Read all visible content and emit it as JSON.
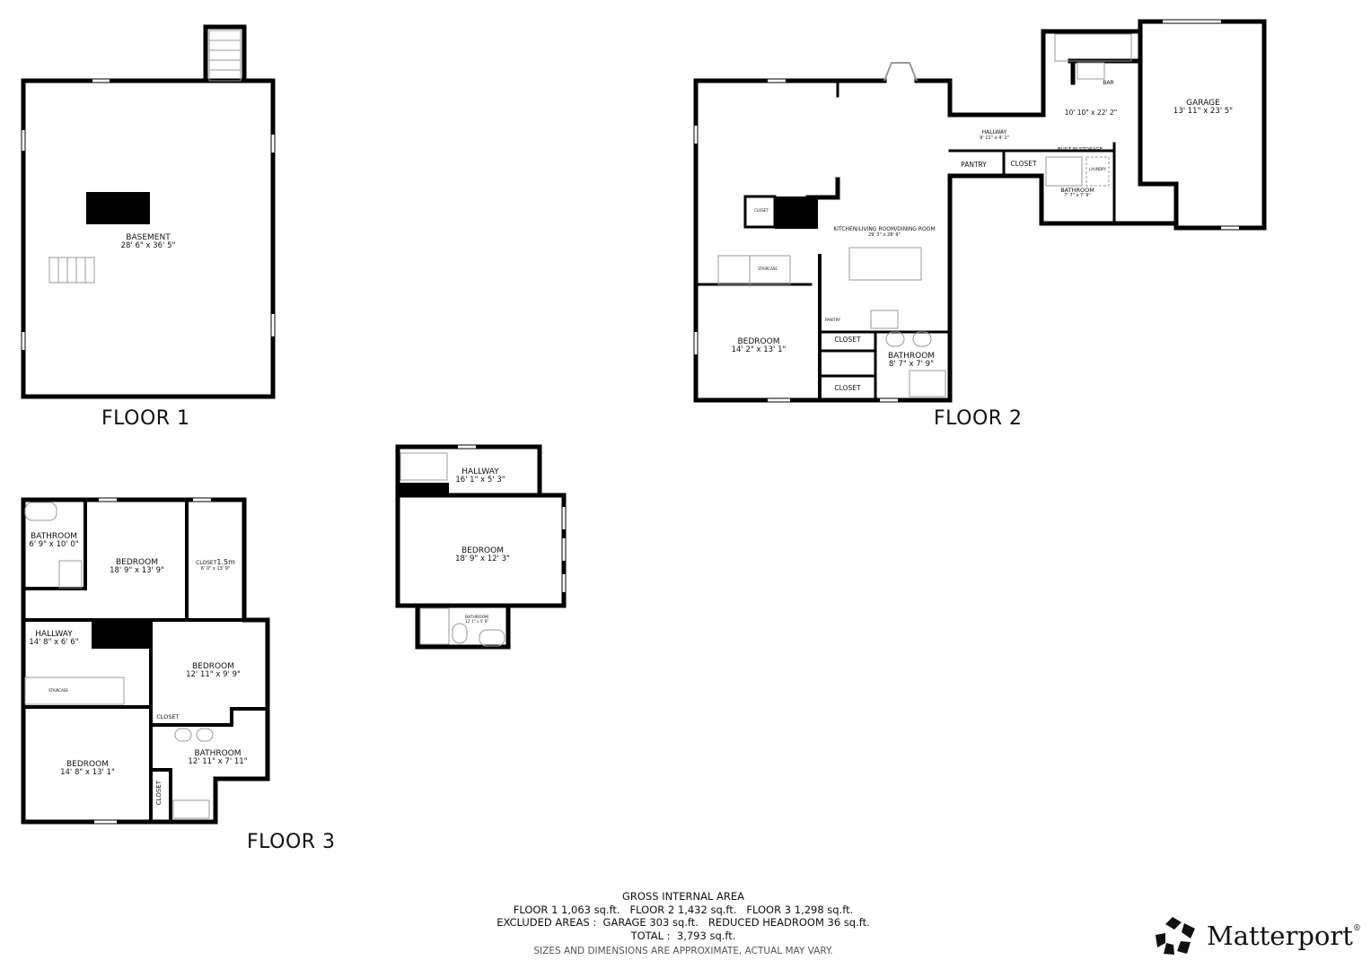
{
  "floors": [
    {
      "title": "FLOOR 1",
      "rooms": [
        {
          "name": "BASEMENT",
          "dimensions": "28' 6\" x 36' 5\""
        }
      ]
    },
    {
      "title": "FLOOR 2",
      "rooms": [
        {
          "name": "KITCHEN/LIVING ROOM/DINING ROOM",
          "dimensions": "29' 3\" x 28' 9\""
        },
        {
          "name": "CLOSET",
          "dimensions": ""
        },
        {
          "name": "STAIRCASE",
          "dimensions": ""
        },
        {
          "name": "BEDROOM",
          "dimensions": "14' 2\" x 13' 1\""
        },
        {
          "name": "PANTRY",
          "dimensions": ""
        },
        {
          "name": "CLOSET",
          "dimensions": ""
        },
        {
          "name": "CLOSET",
          "dimensions": ""
        },
        {
          "name": "BATHROOM",
          "dimensions": "8' 7\" x 7' 9\""
        },
        {
          "name": "HALLWAY",
          "dimensions": "9' 11\" x 4' 2\""
        },
        {
          "name": "PANTRY",
          "dimensions": ""
        },
        {
          "name": "CLOSET",
          "dimensions": ""
        },
        {
          "name": "BUILT-IN STORAGE",
          "dimensions": ""
        },
        {
          "name": "LAUNDRY",
          "dimensions": ""
        },
        {
          "name": "BATHROOM",
          "dimensions": "7' 7\" x 7' 9\""
        },
        {
          "name": "BAR",
          "dimensions": ""
        },
        {
          "name": "",
          "dimensions": "10' 10\" x 22' 2\""
        },
        {
          "name": "GARAGE",
          "dimensions": "13' 11\" x 23' 5\""
        }
      ]
    },
    {
      "title": "FLOOR 3",
      "rooms": [
        {
          "name": "BATHROOM",
          "dimensions": "6' 9\" x 10' 0\""
        },
        {
          "name": "BEDROOM",
          "dimensions": "18' 9\" x 13' 9\""
        },
        {
          "name": "CLOSET",
          "dimensions": "6' 0\" x 13' 9\"",
          "annotation": "1.5m"
        },
        {
          "name": "HALLWAY",
          "dimensions": "14' 8\" x 6' 6\""
        },
        {
          "name": "STAIRCASE",
          "dimensions": ""
        },
        {
          "name": "BEDROOM",
          "dimensions": "12' 11\" x 9' 9\""
        },
        {
          "name": "CLOSET",
          "dimensions": ""
        },
        {
          "name": "BATHROOM",
          "dimensions": "12' 11\" x 7' 11\""
        },
        {
          "name": "BEDROOM",
          "dimensions": "14' 8\" x 13' 1\""
        },
        {
          "name": "CLOSET",
          "dimensions": ""
        }
      ]
    },
    {
      "title": "",
      "rooms": [
        {
          "name": "HALLWAY",
          "dimensions": "16' 1\" x 5' 3\""
        },
        {
          "name": "BEDROOM",
          "dimensions": "18' 9\" x 12' 3\""
        },
        {
          "name": "BATHROOM",
          "dimensions": "12' 1\" x 5' 9\""
        }
      ]
    }
  ],
  "summary": {
    "heading": "GROSS INTERNAL AREA",
    "floors_line": "FLOOR 1 1,063 sq.ft.   FLOOR 2 1,432 sq.ft.   FLOOR 3 1,298 sq.ft.",
    "excluded_line": "EXCLUDED AREAS :  GARAGE 303 sq.ft.   REDUCED HEADROOM 36 sq.ft.",
    "total_line": "TOTAL :  3,793 sq.ft.",
    "disclaimer": "SIZES AND DIMENSIONS ARE APPROXIMATE, ACTUAL MAY VARY."
  },
  "brand": {
    "name": "Matterport",
    "trademark": "®",
    "logo_icon": "matterport-logo-icon"
  },
  "colors": {
    "wall": "#000000",
    "background": "#ffffff",
    "fixture": "#888888",
    "disclaimer_text": "#555555"
  }
}
